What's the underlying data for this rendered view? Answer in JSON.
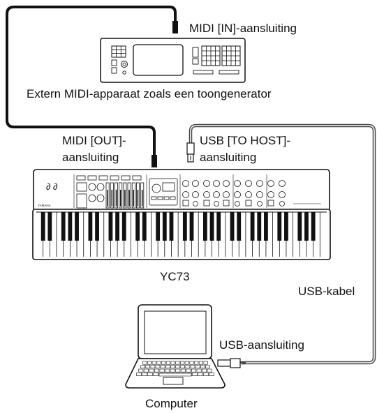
{
  "labels": {
    "midi_in": "MIDI [IN]-aansluiting",
    "external_device": "Extern MIDI-apparaat zoals een toongenerator",
    "midi_out_line1": "MIDI [OUT]-",
    "midi_out_line2": "aansluiting",
    "usb_to_host_line1": "USB [TO HOST]-",
    "usb_to_host_line2": "aansluiting",
    "instrument": "YC73",
    "usb_cable": "USB-kabel",
    "usb_port": "USB-aansluiting",
    "computer": "Computer"
  },
  "device_logo": "YAMAHA",
  "colors": {
    "ink": "#111111",
    "cable": "#222222",
    "usb_cable": "#555555"
  }
}
